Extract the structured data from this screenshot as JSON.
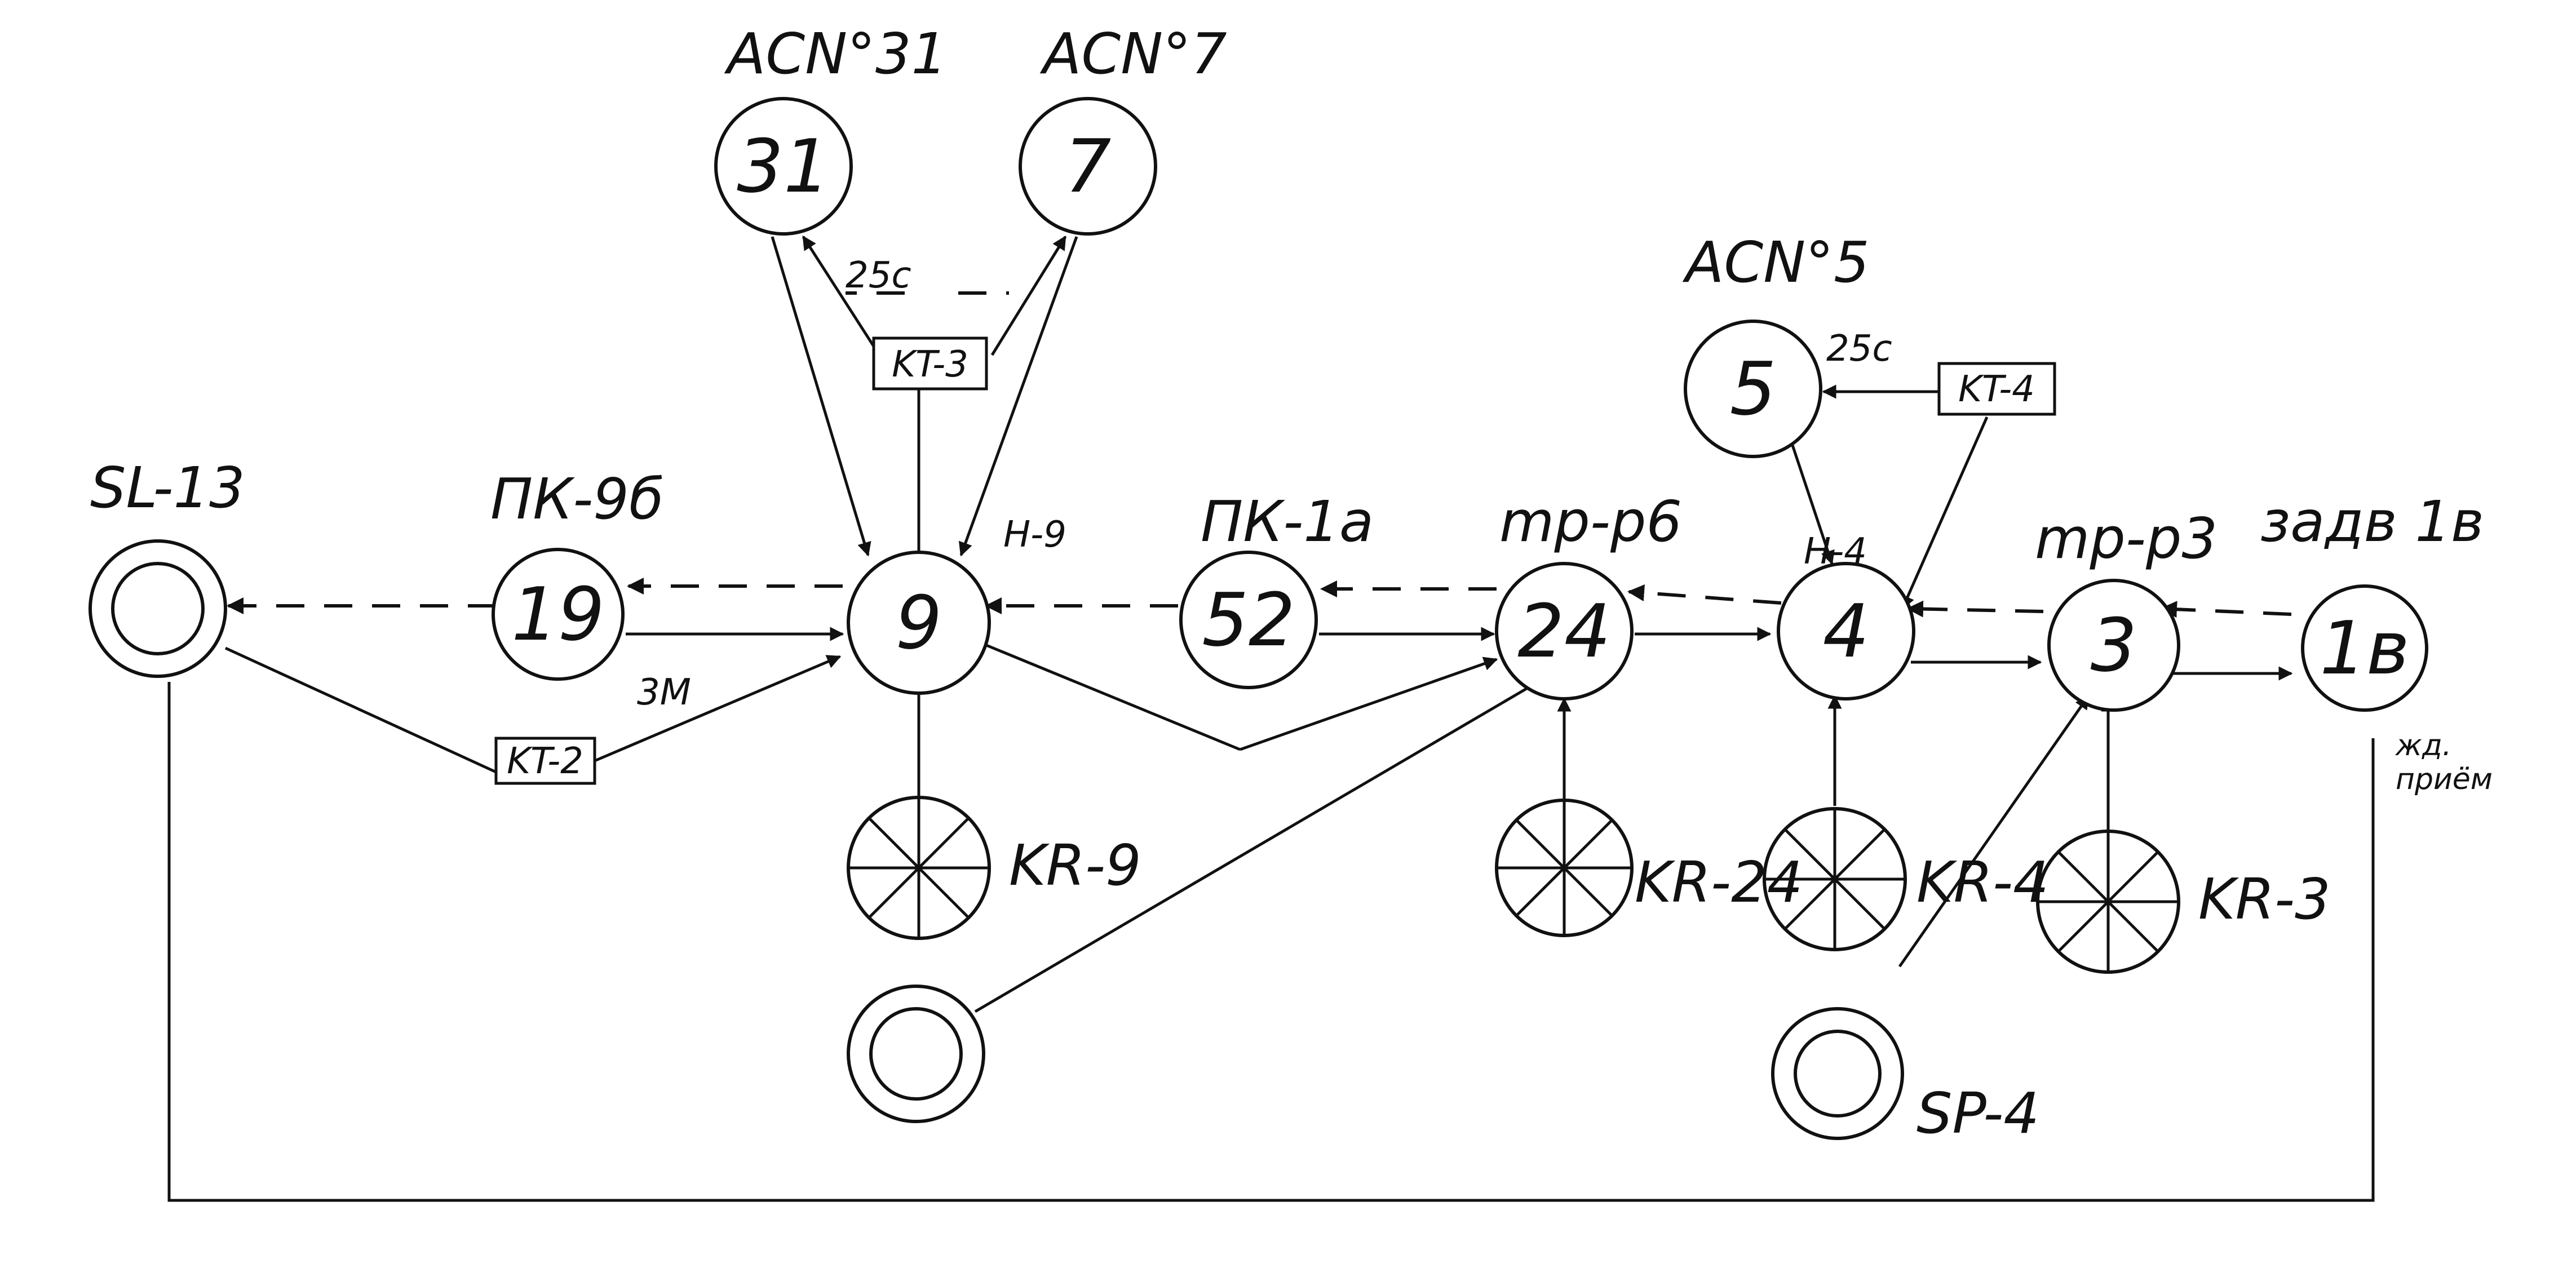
{
  "labels": {
    "acn31": "ACN°31",
    "acn7": "ACN°7",
    "acn5": "ACN°5",
    "sl13": "SL-13",
    "pk9b": "ПК-9б",
    "h9": "H-9",
    "pk1a": "ПК-1a",
    "trr6": "mp-p6",
    "h4": "H-4",
    "trr3": "mp-p3",
    "zadv": "задв 1в",
    "zhd": "жд.",
    "priem": "приём",
    "kr9": "KR-9",
    "kr24": "KR-24",
    "kr4": "KR-4",
    "kr3": "KR-3",
    "sp4": "SP-4",
    "c25a": "25c",
    "c25b": "25c",
    "m3": "3M"
  },
  "nodes": {
    "n31": "31",
    "n7": "7",
    "n5": "5",
    "n19": "19",
    "n9": "9",
    "n52": "52",
    "n24": "24",
    "n4": "4",
    "n3": "3",
    "n1v": "1в"
  },
  "boxes": {
    "kt2": "KT-2",
    "kt3": "KT-3",
    "kt4": "KT-4"
  }
}
